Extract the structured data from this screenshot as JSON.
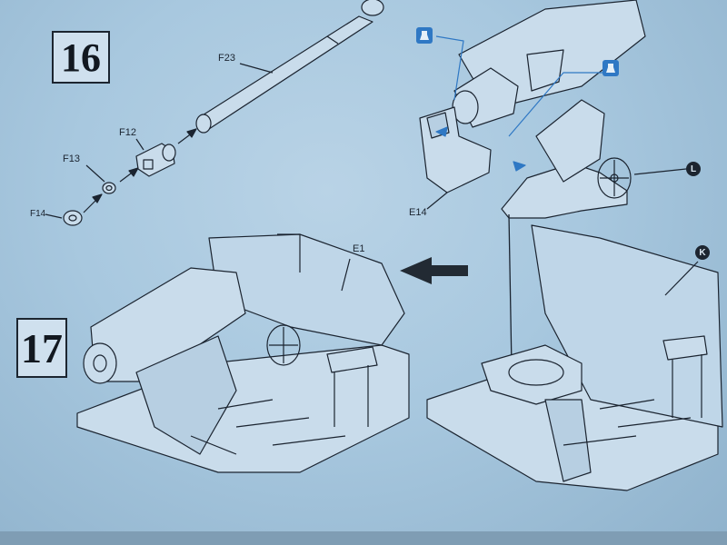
{
  "steps": {
    "step16": "16",
    "step17": "17"
  },
  "parts": {
    "f23": "F23",
    "f12": "F12",
    "f13": "F13",
    "f14": "F14",
    "e14": "E14",
    "e1": "E1"
  },
  "callouts": {
    "l": "L",
    "k": "K"
  },
  "icons": [
    "glue-icon",
    "glue-icon",
    "direction-arrow-icon"
  ],
  "colors": {
    "paper": "#a8c8df",
    "ink": "#1b2430",
    "accent": "#2f78c4"
  }
}
